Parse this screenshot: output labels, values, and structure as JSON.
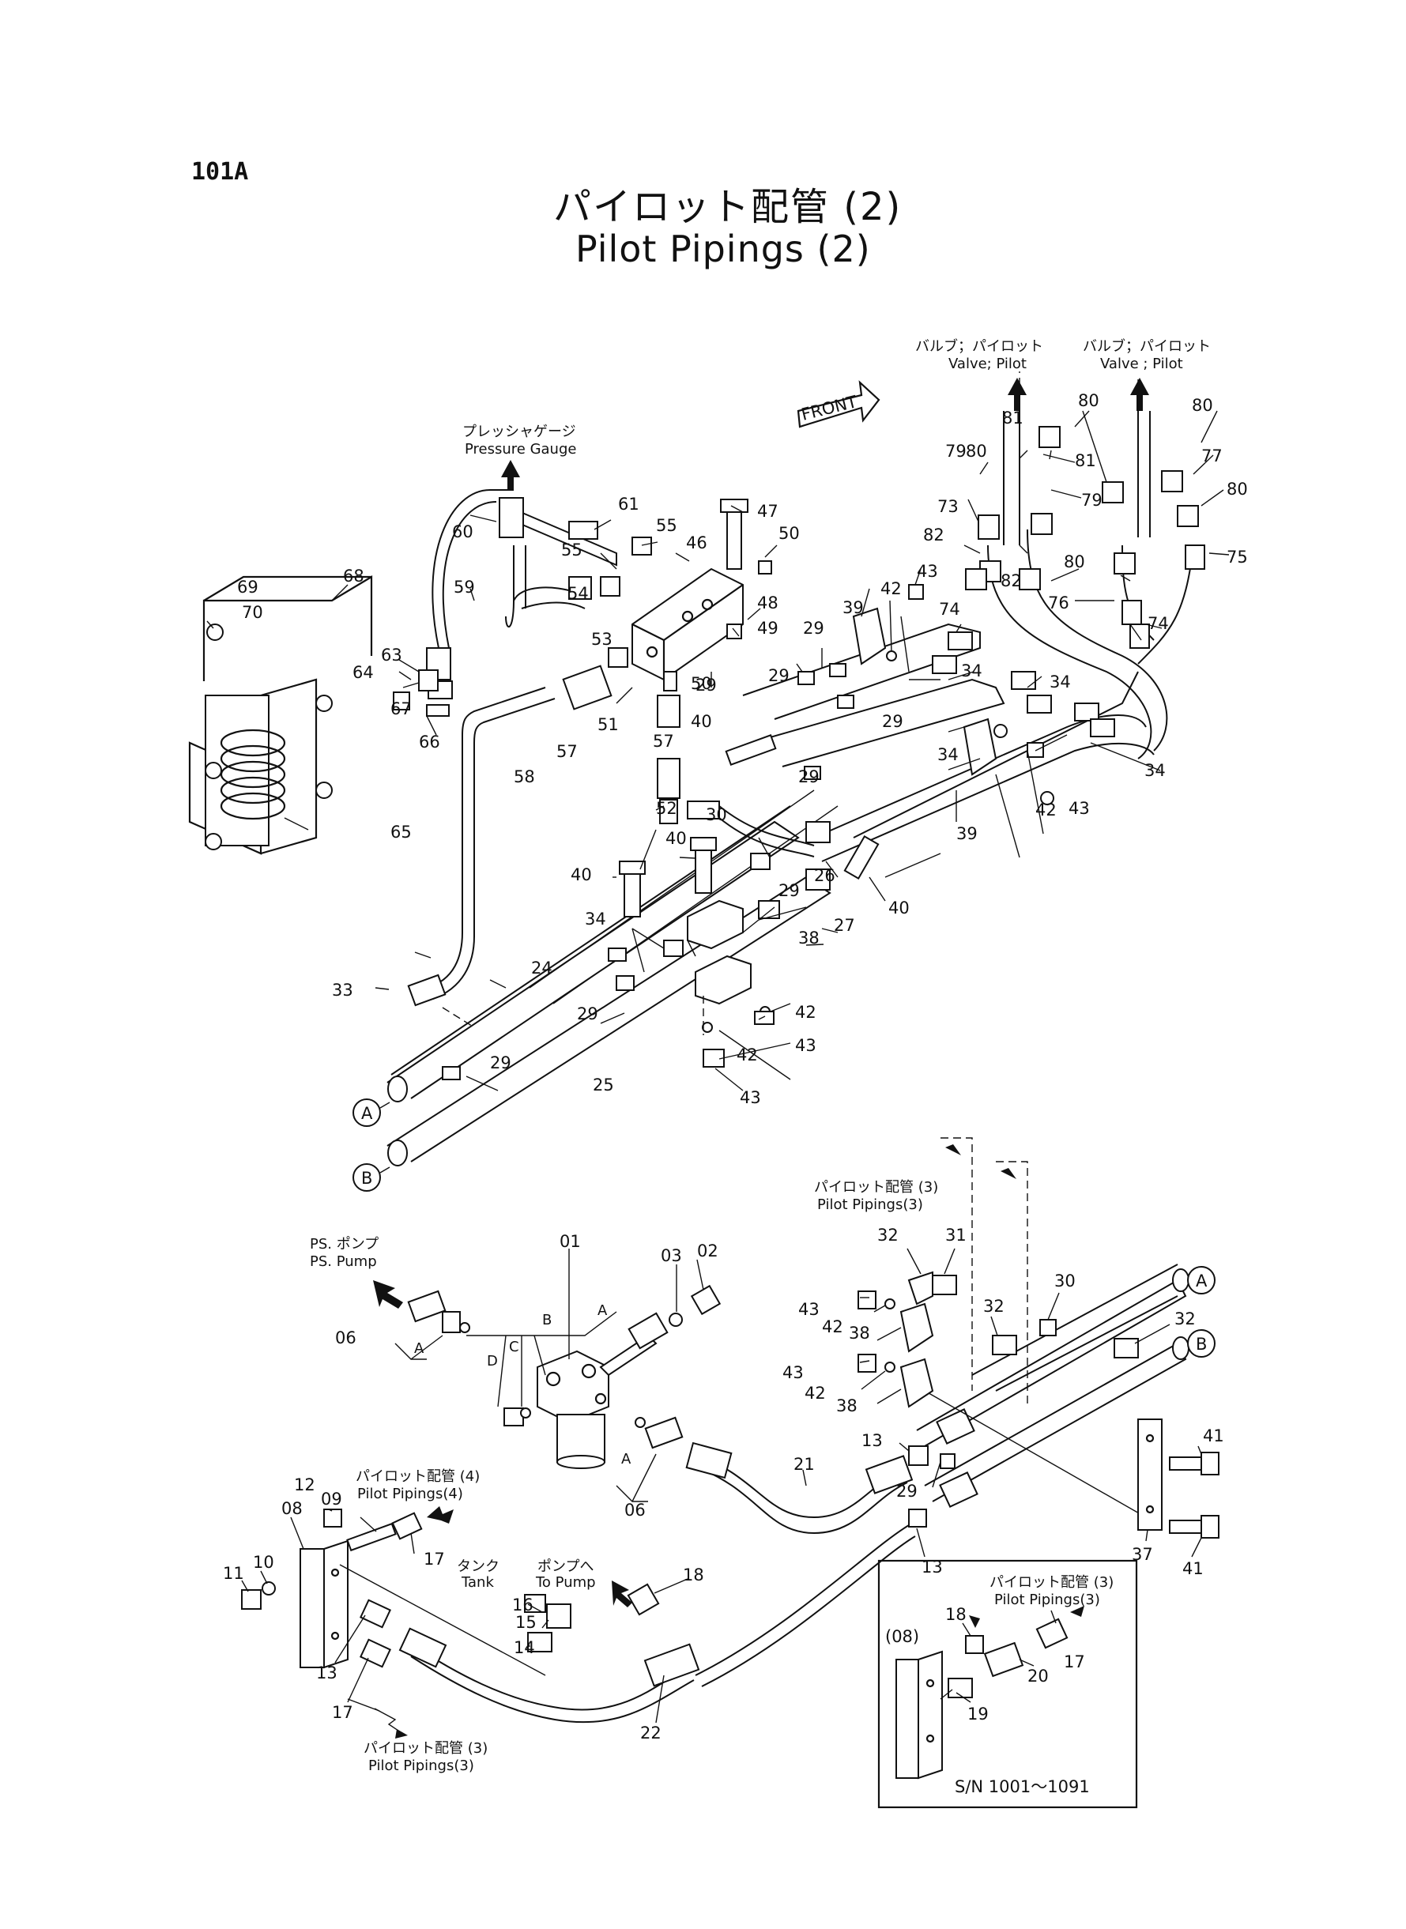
{
  "page_code": "101A",
  "title_jp": "パイロット配管 (2)",
  "title_en": "Pilot Pipings (2)",
  "front_label": "FRONT",
  "callouts_top": {
    "pressure_gauge_jp": "プレッシャゲージ",
    "pressure_gauge_en": "Pressure Gauge",
    "valve_pilot_jp_1": "バルブ；パイロット",
    "valve_pilot_en_1": "Valve; Pilot",
    "valve_pilot_jp_2": "バルブ；パイロット",
    "valve_pilot_en_2": "Valve ; Pilot"
  },
  "callouts_bottom": {
    "pilot3_jp_a": "パイロット配管 (3)",
    "pilot3_en_a": "Pilot Pipings(3)",
    "ps_pump_jp": "PS. ポンプ",
    "ps_pump_en": "PS. Pump",
    "pilot4_jp": "パイロット配管 (4)",
    "pilot4_en": "Pilot Pipings(4)",
    "tank_jp": "タンク",
    "tank_en": "Tank",
    "to_pump_jp": "ポンプへ",
    "to_pump_en": "To Pump",
    "pilot3_jp_b": "パイロット配管 (3)",
    "pilot3_en_b": "Pilot Pipings(3)",
    "pilot3_jp_c": "パイロット配管 (3)",
    "pilot3_en_c": "Pilot Pipings(3)"
  },
  "inset": {
    "ref_label": "(08)",
    "serial": "S/N 1001～1091"
  },
  "circle_refs": {
    "a": "A",
    "b": "B"
  },
  "port_letters": {
    "a": "A",
    "b": "B",
    "c": "C",
    "d": "D"
  },
  "part_numbers": {
    "p01": "01",
    "p02": "02",
    "p03": "03",
    "p06": "06",
    "p08": "08",
    "p09": "09",
    "p10": "10",
    "p11": "11",
    "p12": "12",
    "p13": "13",
    "p14": "14",
    "p15": "15",
    "p16": "16",
    "p17": "17",
    "p18": "18",
    "p19": "19",
    "p20": "20",
    "p21": "21",
    "p22": "22",
    "p24": "24",
    "p25": "25",
    "p26": "26",
    "p27": "27",
    "p29": "29",
    "p30": "30",
    "p31": "31",
    "p32": "32",
    "p33": "33",
    "p34": "34",
    "p37": "37",
    "p38": "38",
    "p39": "39",
    "p40": "40",
    "p41": "41",
    "p42": "42",
    "p43": "43",
    "p46": "46",
    "p47": "47",
    "p48": "48",
    "p49": "49",
    "p50": "50",
    "p51": "51",
    "p52": "52",
    "p53": "53",
    "p54": "54",
    "p55": "55",
    "p57": "57",
    "p58": "58",
    "p59": "59",
    "p60": "60",
    "p61": "61",
    "p63": "63",
    "p64": "64",
    "p65": "65",
    "p66": "66",
    "p67": "67",
    "p68": "68",
    "p69": "69",
    "p70": "70",
    "p73": "73",
    "p74": "74",
    "p75": "75",
    "p76": "76",
    "p77": "77",
    "p79": "79",
    "p80": "80",
    "p81": "81",
    "p82": "82"
  }
}
